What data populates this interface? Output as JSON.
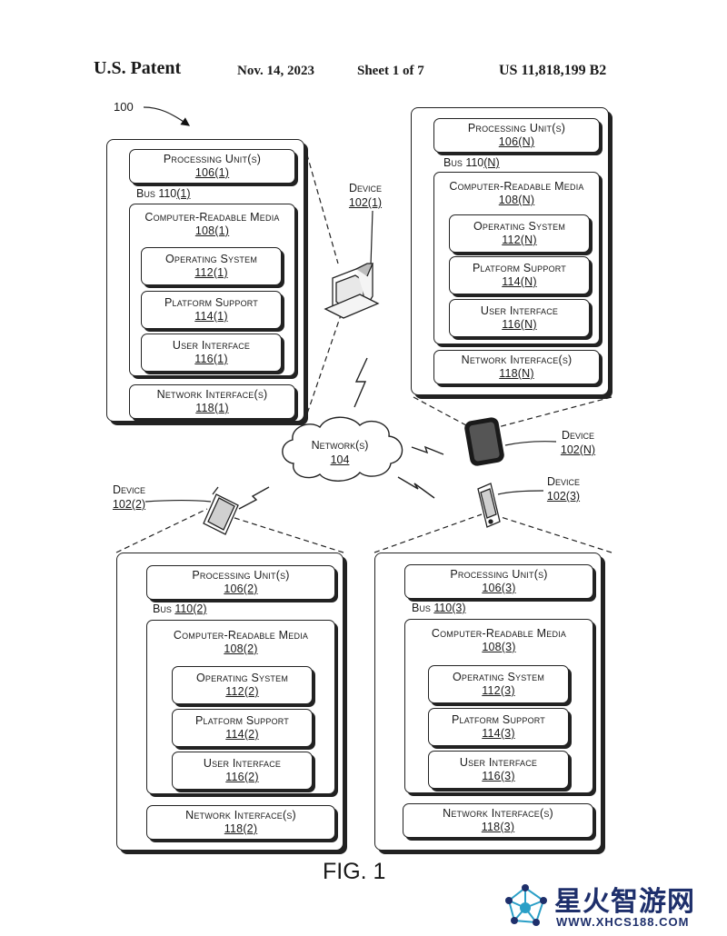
{
  "header": {
    "patent": "U.S. Patent",
    "date": "Nov. 14, 2023",
    "sheet": "Sheet 1 of 7",
    "number": "US 11,818,199 B2"
  },
  "ref_100": "100",
  "figure_label": "FIG. 1",
  "network": {
    "label": "Network(s)",
    "num": "104"
  },
  "devices": [
    {
      "label": "Device",
      "num": "102(1)",
      "processing": {
        "label": "Processing Unit(s)",
        "num": "106(1)"
      },
      "bus": {
        "label": "Bus 110",
        "num": "(1)"
      },
      "crm": {
        "label": "Computer-Readable Media",
        "num": "108(1)"
      },
      "os": {
        "label": "Operating System",
        "num": "112(1)"
      },
      "platform": {
        "label": "Platform Support",
        "num": "114(1)"
      },
      "ui": {
        "label": "User Interface",
        "num": "116(1)"
      },
      "nic": {
        "label": "Network Interface(s)",
        "num": "118(1)"
      }
    },
    {
      "label": "Device",
      "num": "102(N)",
      "processing": {
        "label": "Processing Unit(s)",
        "num": "106(N)"
      },
      "bus": {
        "label": "Bus 110",
        "num": "(N)"
      },
      "crm": {
        "label": "Computer-Readable Media",
        "num": "108(N)"
      },
      "os": {
        "label": "Operating System",
        "num": "112(N)"
      },
      "platform": {
        "label": "Platform Support",
        "num": "114(N)"
      },
      "ui": {
        "label": "User Interface",
        "num": "116(N)"
      },
      "nic": {
        "label": "Network Interface(s)",
        "num": "118(N)"
      }
    },
    {
      "label": "Device",
      "num": "102(2)",
      "processing": {
        "label": "Processing Unit(s)",
        "num": "106(2)"
      },
      "bus": {
        "label": "Bus ",
        "num": "110(2)"
      },
      "crm": {
        "label": "Computer-Readable Media",
        "num": "108(2)"
      },
      "os": {
        "label": "Operating System",
        "num": "112(2)"
      },
      "platform": {
        "label": "Platform Support",
        "num": "114(2)"
      },
      "ui": {
        "label": "User Interface",
        "num": "116(2)"
      },
      "nic": {
        "label": "Network Interface(s)",
        "num": "118(2)"
      }
    },
    {
      "label": "Device",
      "num": "102(3)",
      "processing": {
        "label": "Processing Unit(s)",
        "num": "106(3)"
      },
      "bus": {
        "label": "Bus ",
        "num": "110(3)"
      },
      "crm": {
        "label": "Computer-Readable Media",
        "num": "108(3)"
      },
      "os": {
        "label": "Operating System",
        "num": "112(3)"
      },
      "platform": {
        "label": "Platform Support",
        "num": "114(3)"
      },
      "ui": {
        "label": "User Interface",
        "num": "116(3)"
      },
      "nic": {
        "label": "Network Interface(s)",
        "num": "118(3)"
      }
    }
  ],
  "icons": {
    "device_1": "desktop-computer-icon",
    "device_n": "tablet-icon",
    "device_2": "handheld-tablet-icon",
    "device_3": "mobile-phone-icon",
    "network": "cloud-icon",
    "wireless": "lightning-bolt-icon"
  },
  "watermark": {
    "title": "星火智游网",
    "url": "WWW.XHCS188.COM"
  }
}
